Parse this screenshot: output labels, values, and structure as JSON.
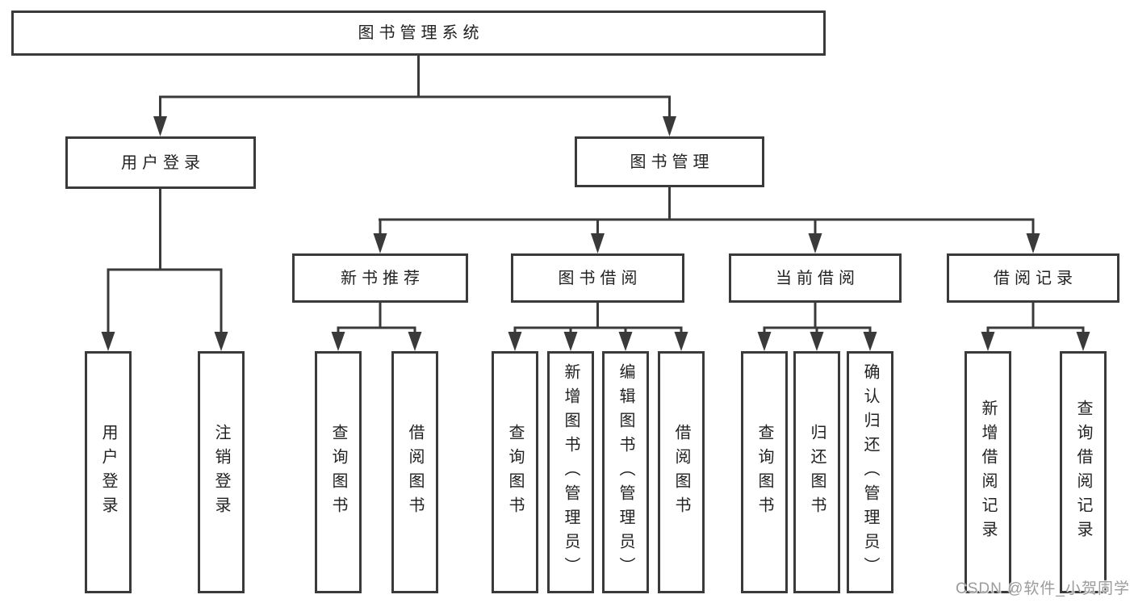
{
  "diagram": {
    "root": "图书管理系统",
    "branches": [
      {
        "label": "用户登录",
        "children": [
          "用户登录",
          "注销登录"
        ]
      },
      {
        "label": "图书管理",
        "groups": [
          {
            "label": "新书推荐",
            "children": [
              "查询图书",
              "借阅图书"
            ]
          },
          {
            "label": "图书借阅",
            "children": [
              "查询图书",
              "新增图书（管理员）",
              "编辑图书（管理员）",
              "借阅图书"
            ]
          },
          {
            "label": "当前借阅",
            "children": [
              "查询图书",
              "归还图书",
              "确认归还（管理员）"
            ]
          },
          {
            "label": "借阅记录",
            "children": [
              "新增借阅记录",
              "查询借阅记录"
            ]
          }
        ]
      }
    ]
  },
  "watermark": "CSDN @软件_小贺同学",
  "colors": {
    "line": "#3a3a3a",
    "text": "#222222",
    "watermark": "#9b9b9b"
  }
}
